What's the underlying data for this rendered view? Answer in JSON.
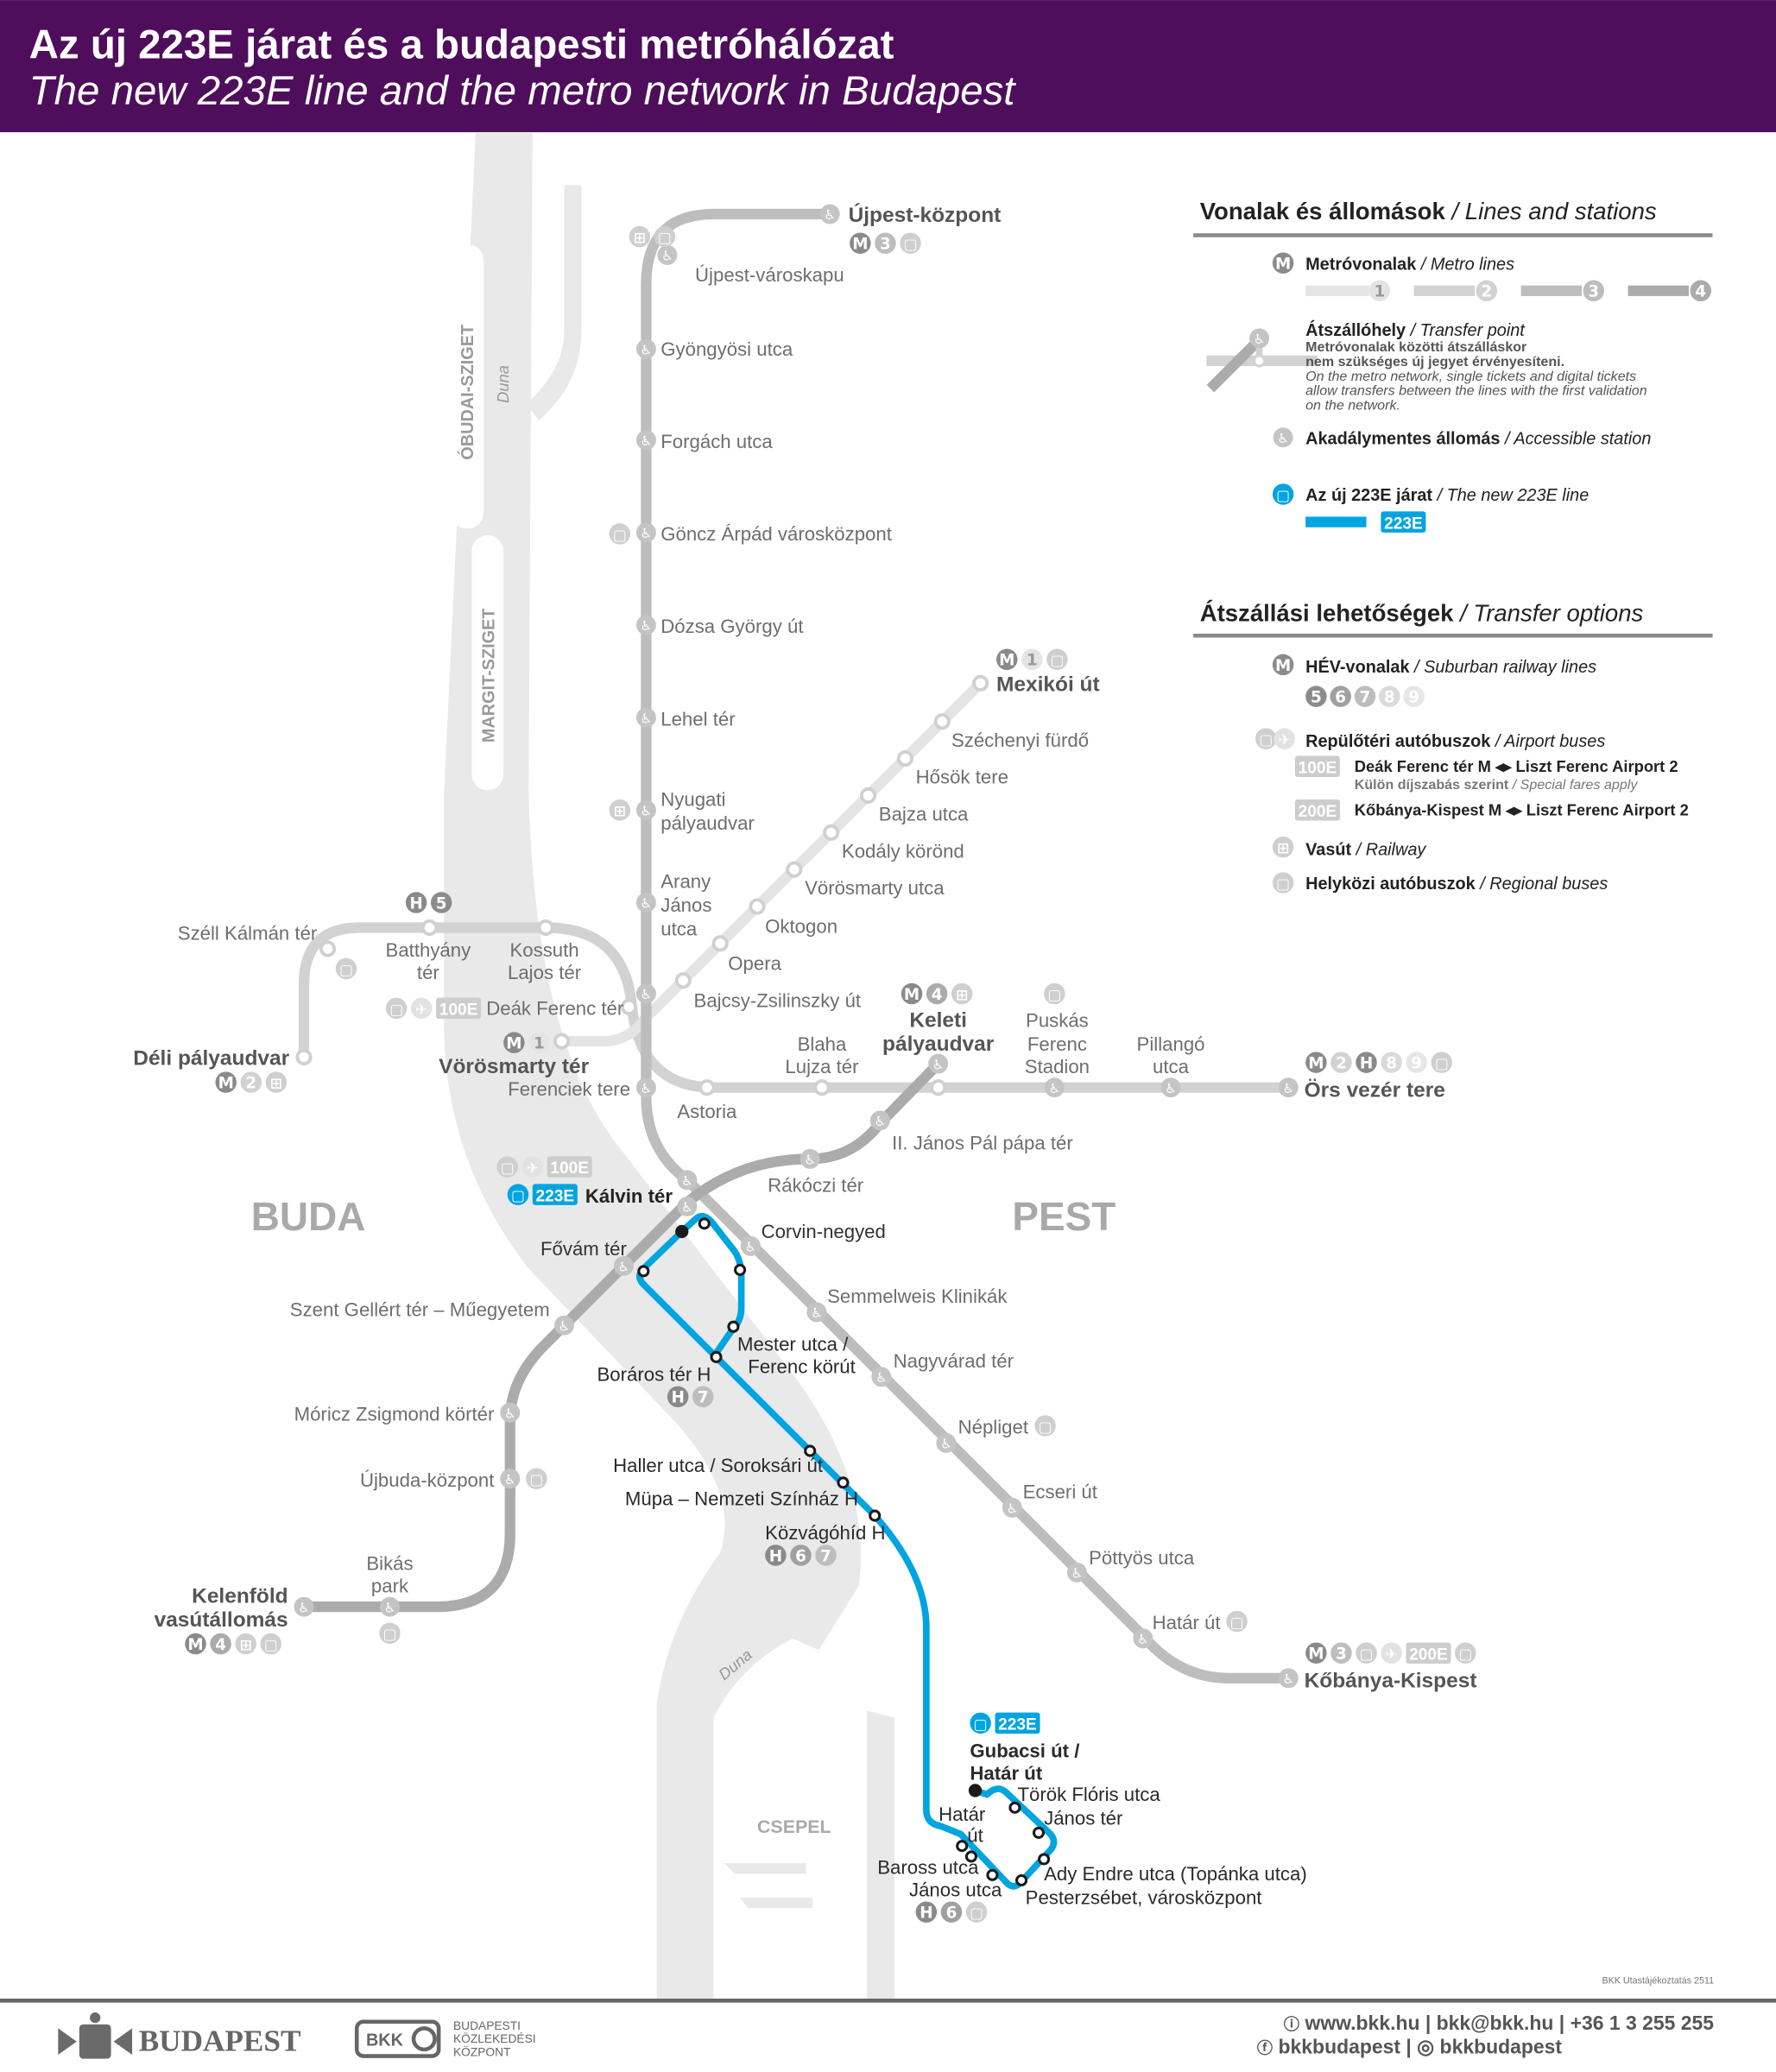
{
  "header": {
    "title_hu": "Az új 223E járat és a budapesti metróhálózat",
    "title_en": "The new 223E line and the metro network in Budapest",
    "background": "#4e0e5b"
  },
  "colors": {
    "m1": "#e4e4e4",
    "m2": "#d2d2d2",
    "m3": "#bdbdbe",
    "m4": "#ababac",
    "line223e": "#00a4e1",
    "river": "#e9e9ea"
  },
  "areas": {
    "buda": "BUDA",
    "pest": "PEST",
    "csepel": "CSEPEL",
    "obudai": "ÓBUDAI-SZIGET",
    "margit": "MARGIT-SZIGET",
    "duna": "Duna"
  },
  "m3": [
    "Újpest-központ",
    "Újpest-városkapu",
    "Gyöngyösi utca",
    "Forgách utca",
    "Göncz Árpád városközpont",
    "Dózsa György út",
    "Lehel tér",
    "Nyugati",
    "pályaudvar",
    "Arany",
    "János",
    "utca",
    "Deák Ferenc tér",
    "Ferenciek tere",
    "Kálvin tér",
    "Corvin-negyed",
    "Semmelweis Klinikák",
    "Nagyvárad tér",
    "Népliget",
    "Ecseri út",
    "Pöttyös utca",
    "Határ út",
    "Kőbánya-Kispest"
  ],
  "m2": [
    "Déli pályaudvar",
    "Széll Kálmán tér",
    "Batthyány",
    "tér",
    "Kossuth",
    "Lajos tér",
    "Astoria",
    "Blaha",
    "Lujza tér",
    "Keleti",
    "pályaudvar",
    "Puskás",
    "Ferenc",
    "Stadion",
    "Pillangó",
    "utca",
    "Örs vezér tere"
  ],
  "m1": [
    "Mexikói út",
    "Széchenyi fürdő",
    "Hősök tere",
    "Bajza utca",
    "Kodály körönd",
    "Vörösmarty utca",
    "Oktogon",
    "Opera",
    "Bajcsy-Zsilinszky út",
    "Vörösmarty tér"
  ],
  "m4": [
    "II. János Pál pápa tér",
    "Rákóczi tér",
    "Fővám tér",
    "Szent Gellért tér – Műegyetem",
    "Móricz Zsigmond körtér",
    "Újbuda-központ",
    "Bikás",
    "park",
    "Kelenföld",
    "vasútállomás"
  ],
  "l223": [
    "Mester utca /",
    "Ferenc körút",
    "Boráros tér H",
    "Haller utca / Soroksári út",
    "Müpa – Nemzeti Színház H",
    "Közvágóhíd H",
    "Gubacsi út /",
    "Határ út",
    "Török Flóris utca",
    "János tér",
    "Határ",
    "út",
    "Baross utca",
    "János utca",
    "Ady Endre utca (Topánka utca)",
    "Pesterzsébet, városközpont"
  ],
  "badges": {
    "ujpest_kozpont": [
      "M",
      "3",
      "bus"
    ],
    "ujpest_varoskapu": [
      "train",
      "bus"
    ],
    "goncz": [
      "bus"
    ],
    "nyugati": [
      "train"
    ],
    "batthyany": [
      "H",
      "5"
    ],
    "szell": [
      "bus"
    ],
    "deli": [
      "M",
      "2",
      "train"
    ],
    "deak": [
      "bus",
      "plane",
      "100E"
    ],
    "vorosmarty_ter": [
      "M",
      "1"
    ],
    "mexikoi": [
      "M",
      "1",
      "bus"
    ],
    "keleti": [
      "M",
      "4",
      "train"
    ],
    "puskas": [
      "bus"
    ],
    "ors": [
      "M",
      "2",
      "H",
      "8",
      "9",
      "bus"
    ],
    "kalvin_airport": [
      "bus",
      "plane",
      "100E"
    ],
    "kalvin_223": [
      "bus223",
      "223E"
    ],
    "boraros": [
      "H",
      "7"
    ],
    "nepliget": [
      "bus"
    ],
    "hatar_ut": [
      "bus"
    ],
    "kobanya": [
      "M",
      "3",
      "bus",
      "plane",
      "200E",
      "bus"
    ],
    "kozvagohid": [
      "H",
      "6",
      "7"
    ],
    "gubacsi": [
      "bus223",
      "223E"
    ],
    "janos_utca": [
      "H",
      "6",
      "bus"
    ],
    "ujbuda": [
      "bus"
    ],
    "bikas": [
      "bus"
    ],
    "kelenfold": [
      "M",
      "4",
      "train",
      "bus"
    ],
    "legend_m1": [
      "1"
    ],
    "legend_m2": [
      "2"
    ],
    "legend_m3": [
      "3"
    ],
    "legend_m4": [
      "4"
    ],
    "legend_metro": [
      "M"
    ],
    "legend_hev_icon": [
      "M"
    ],
    "legend_hev": [
      "5",
      "6",
      "7",
      "8",
      "9"
    ],
    "legend_airport": [
      "bus",
      "plane"
    ],
    "legend_100": [
      "100E"
    ],
    "legend_200": [
      "200E"
    ],
    "legend_train": [
      "train"
    ],
    "legend_bus": [
      "bus"
    ],
    "legend_223icon": [
      "bus223"
    ],
    "legend_223": [
      "223E"
    ]
  },
  "legend": {
    "title1_hu": "Vonalak és állomások",
    "title1_en": " / Lines and stations",
    "metro_hu": "Metróvonalak",
    "metro_en": " / Metro lines",
    "transfer_hu": "Átszállóhely",
    "transfer_en": " / Transfer point",
    "transfer_note_hu_1": "Metróvonalak közötti átszálláskor",
    "transfer_note_hu_2": "nem szükséges új jegyet érvényesíteni.",
    "transfer_note_en_1": "On the metro network, single tickets and digital tickets",
    "transfer_note_en_2": "allow transfers between the lines with the first validation",
    "transfer_note_en_3": "on the network.",
    "accessible_hu": "Akadálymentes állomás",
    "accessible_en": " / Accessible station",
    "new_hu": "Az új 223E járat",
    "new_en": " / The new 223E line",
    "title2_hu": "Átszállási lehetőségek",
    "title2_en": " / Transfer options",
    "hev_hu": "HÉV-vonalak",
    "hev_en": " / Suburban railway lines",
    "airport_hu": "Repülőtéri autóbuszok",
    "airport_en": " / Airport buses",
    "route100": "Deák Ferenc tér M ◂▸ Liszt Ferenc Airport 2",
    "fare_hu": "Külön díjszabás szerint",
    "fare_en": " / Special fares apply",
    "route200": "Kőbánya-Kispest M ◂▸ Liszt Ferenc Airport 2",
    "rail_hu": "Vasút",
    "rail_en": " / Railway",
    "regional_hu": "Helyközi autóbuszok",
    "regional_en": " / Regional buses"
  },
  "footer": {
    "code": "BKK Utastájékoztatás 2511",
    "budapest": "BUDAPEST",
    "bkk": "BKK",
    "bkk_1": "BUDAPESTI",
    "bkk_2": "KÖZLEKEDÉSI",
    "bkk_3": "KÖZPONT",
    "contact": "www.bkk.hu | bkk@bkk.hu | +36 1 3 255 255",
    "social": "bkkbudapest | ◎ bkkbudapest"
  }
}
